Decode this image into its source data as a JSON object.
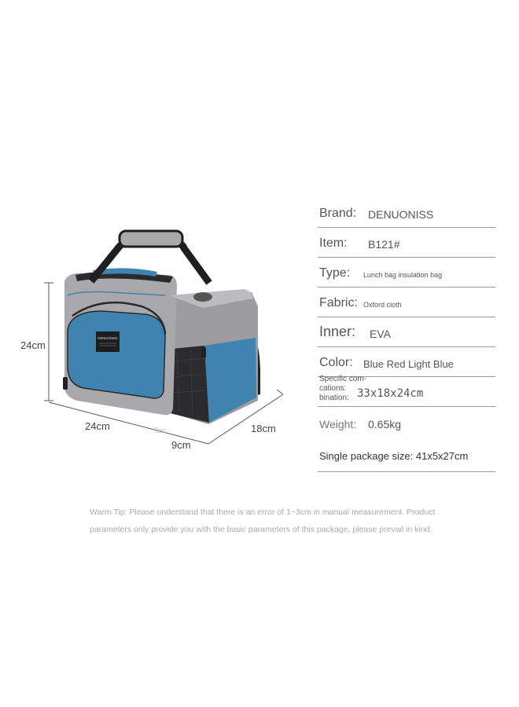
{
  "dimensions": {
    "height_left": "24cm",
    "width_front": "24cm",
    "depth_side": "18cm",
    "bottom_depth": "9cm",
    "faint_mark": "Ten"
  },
  "bag_logo_text": "DENUONISS",
  "colors": {
    "bag_gray": "#a9a9ab",
    "bag_blue": "#3f84b1",
    "trim": "#2a2a2a",
    "spec_line": "#9a9a9a"
  },
  "specs": {
    "brand": {
      "key": "Brand:",
      "value": "DENUONISS"
    },
    "item": {
      "key": "Item:",
      "value": "B121#"
    },
    "type": {
      "key": "Type:",
      "value": "Lunch bag insulation bag"
    },
    "fabric": {
      "key": "Fabric:",
      "value": "Oxford cloth"
    },
    "inner": {
      "key": "Inner:",
      "value": "EVA"
    },
    "color": {
      "key": "Color:",
      "value": "Blue Red Light Blue"
    },
    "specification": {
      "key": "Specific com- cations: bination:",
      "value": "33x18x24cm"
    },
    "weight": {
      "key": "Weight:",
      "value": "0.65kg"
    },
    "package": {
      "text": "Single package size: 41x5x27cm"
    }
  },
  "warm_tip": "Warm Tip: Please understand that there is an error of 1~3cm in manual measurement. Product parameters only provide you with the basic parameters of this package, please prevail in kind."
}
